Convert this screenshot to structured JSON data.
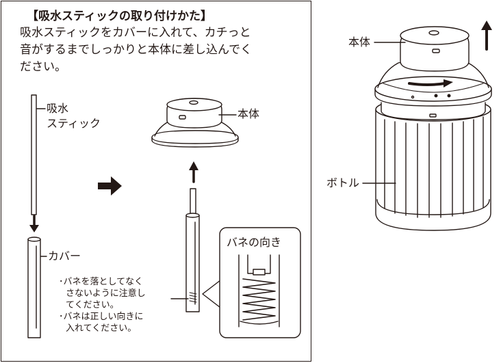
{
  "instructions": {
    "title": "【吸水スティックの取り付けかた】",
    "line1": "吸水スティックをカバーに入れて、カチっと",
    "line2": "音がするまでしっかりと本体に差し込んでく",
    "line3": "ださい。"
  },
  "labels": {
    "stick_line1": "吸水",
    "stick_line2": "スティック",
    "cover": "カバー",
    "body_left": "本体",
    "body_right": "本体",
    "bottle": "ボトル",
    "spring_direction": "バネの向き"
  },
  "notes": {
    "note1_line1": "･バネを落としてなく",
    "note1_line2": "さないように注意し",
    "note1_line3": "てください。",
    "note2_line1": "･バネは正しい向きに",
    "note2_line2": "入れてください。"
  },
  "colors": {
    "line": "#231815",
    "background": "#ffffff"
  }
}
